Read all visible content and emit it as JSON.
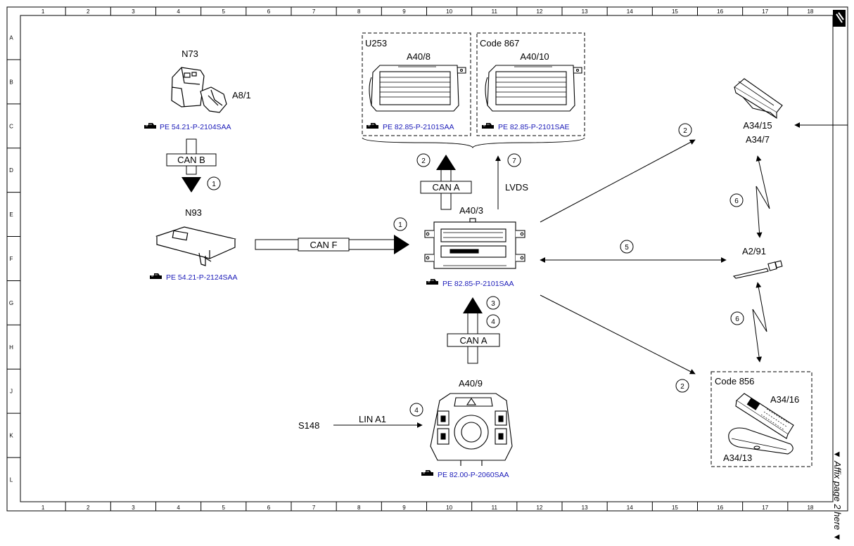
{
  "grid": {
    "columns": [
      "1",
      "2",
      "3",
      "4",
      "5",
      "6",
      "7",
      "8",
      "9",
      "10",
      "11",
      "12",
      "13",
      "14",
      "15",
      "16",
      "17",
      "18"
    ],
    "rows": [
      "A",
      "B",
      "C",
      "D",
      "E",
      "F",
      "G",
      "H",
      "J",
      "K",
      "L"
    ]
  },
  "components": {
    "n73": {
      "label": "N73",
      "sublabel": "A8/1",
      "ref": "PE 54.21-P-2104SAA"
    },
    "n93": {
      "label": "N93",
      "ref": "PE 54.21-P-2124SAA"
    },
    "u253_box": {
      "label": "U253",
      "component": "A40/8",
      "ref": "PE 82.85-P-2101SAA"
    },
    "code867_box": {
      "label": "Code 867",
      "component": "A40/10",
      "ref": "PE 82.85-P-2101SAE"
    },
    "a40_3": {
      "label": "A40/3",
      "ref": "PE 82.85-P-2101SAA"
    },
    "a40_9": {
      "label": "A40/9",
      "ref": "PE 82.00-P-2060SAA"
    },
    "s148": {
      "label": "S148"
    },
    "a34_15": {
      "label1": "A34/15",
      "label2": "A34/7"
    },
    "a2_91": {
      "label": "A2/91"
    },
    "code856_box": {
      "label": "Code 856",
      "component1": "A34/16",
      "component2": "A34/13"
    }
  },
  "buses": {
    "can_b": "CAN B",
    "can_f": "CAN F",
    "can_a_top": "CAN A",
    "can_a_bottom": "CAN A",
    "lvds": "LVDS",
    "lin_a1": "LIN A1"
  },
  "callouts": {
    "c_canb": "1",
    "c_canf": "1",
    "c_cana_top": "2",
    "c_lvds": "7",
    "c_upper_right": "2",
    "c_lower_right": "2",
    "c_mid": "5",
    "c_zig_top": "6",
    "c_zig_bottom": "6",
    "c_cana_bottom_3": "3",
    "c_cana_bottom_4": "4",
    "c_lin": "4"
  },
  "side_note": "▼ Affix page 2 here ▼",
  "icons": [
    "reference-hand-icon",
    "corner-tab-icon"
  ]
}
